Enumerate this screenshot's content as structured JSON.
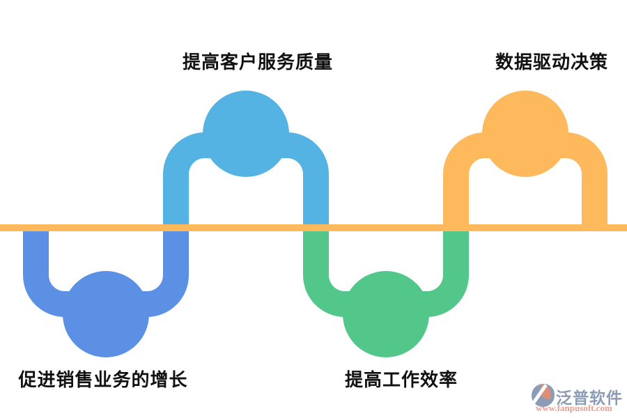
{
  "page": {
    "background": "#ffffff"
  },
  "diagram": {
    "type": "snake-timeline",
    "axis": {
      "color": "#FDB95C",
      "orientation": "horizontal"
    },
    "label_color": "#111111",
    "nodes": [
      {
        "label": "促进销售业务的增长",
        "side": "below",
        "color": "#5B90E4"
      },
      {
        "label": "提高客户服务质量",
        "side": "above",
        "color": "#55B3E3"
      },
      {
        "label": "提高工作效率",
        "side": "below",
        "color": "#53C78A"
      },
      {
        "label": "数据驱动决策",
        "side": "above",
        "color": "#FDB95C"
      }
    ]
  },
  "watermark": {
    "brand": "泛普软件",
    "url": "www.fanpusoft.com",
    "brand_color": "#8C9CB6",
    "url_color": "#E89E92",
    "icon": "fanpu-swoosh-badge",
    "icon_base_color": "#8C9CB6",
    "icon_leaf_color": "#DD8E74"
  }
}
